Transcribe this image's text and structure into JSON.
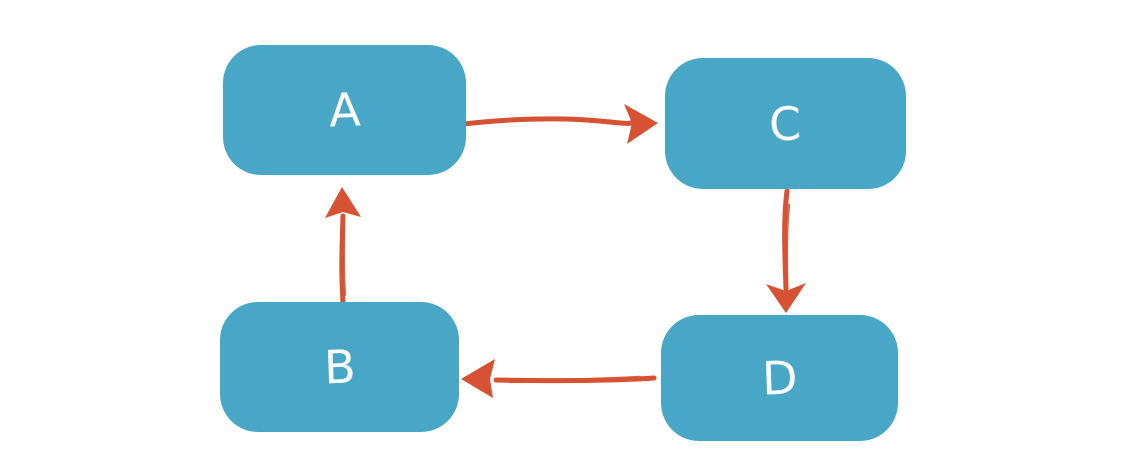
{
  "diagram": {
    "background_color": "#ffffff",
    "node_fill_color": "#48A7C7",
    "node_text_color": "#ffffff",
    "arrow_color": "#D65232",
    "nodes": [
      {
        "id": "A",
        "label": "A"
      },
      {
        "id": "B",
        "label": "B"
      },
      {
        "id": "C",
        "label": "C"
      },
      {
        "id": "D",
        "label": "D"
      }
    ],
    "edges": [
      {
        "from": "A",
        "to": "C"
      },
      {
        "from": "C",
        "to": "D"
      },
      {
        "from": "D",
        "to": "B"
      },
      {
        "from": "B",
        "to": "A"
      }
    ]
  }
}
